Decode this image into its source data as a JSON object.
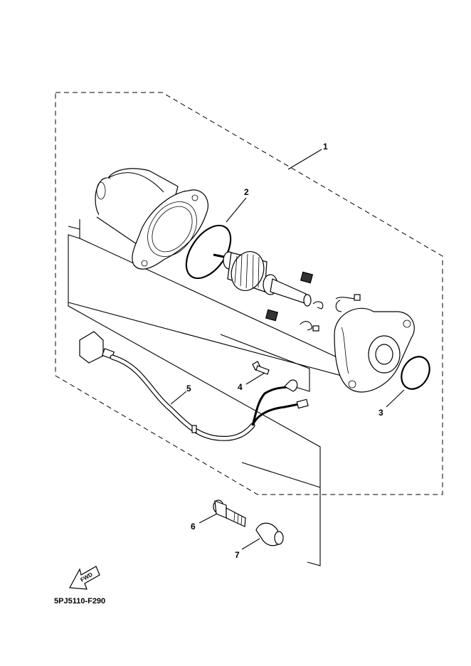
{
  "diagram": {
    "callouts": [
      {
        "id": "callout-1",
        "text": "1"
      },
      {
        "id": "callout-2",
        "text": "2"
      },
      {
        "id": "callout-3",
        "text": "3"
      },
      {
        "id": "callout-4",
        "text": "4"
      },
      {
        "id": "callout-5",
        "text": "5"
      },
      {
        "id": "callout-6",
        "text": "6"
      },
      {
        "id": "callout-7",
        "text": "7"
      }
    ],
    "fwd_label": "FWD",
    "drawing_code": "5PJ5110-F290"
  }
}
